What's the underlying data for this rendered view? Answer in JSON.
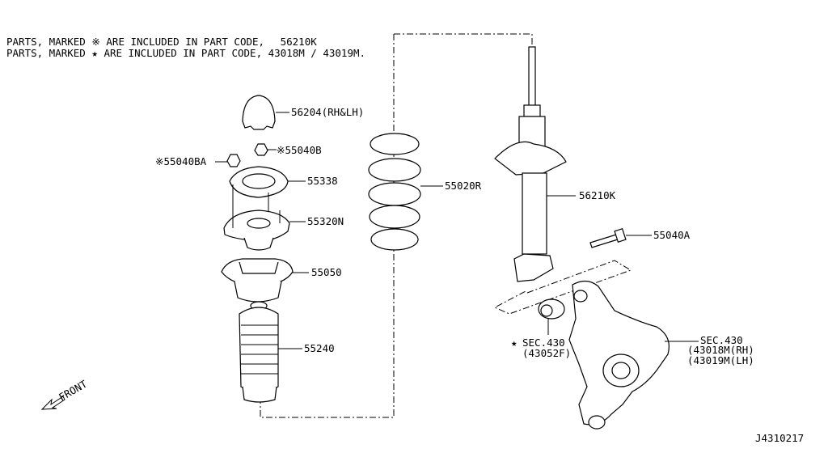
{
  "notes": {
    "line1_prefix": "PARTS, MARKED",
    "line1_mark": "※",
    "line1_suffix": "ARE INCLUDED IN PART CODE,",
    "line1_code": "56210K",
    "line2_prefix": "PARTS, MARKED",
    "line2_mark": "★",
    "line2_suffix": "ARE INCLUDED IN PART CODE, 43018M / 43019M."
  },
  "labels": {
    "p56204": "56204(RH&LH)",
    "p55040B": "※55040B",
    "p55040BA": "※55040BA",
    "p55338": "55338",
    "p55320N": "55320N",
    "p55050": "55050",
    "p55240": "55240",
    "p55020R": "55020R",
    "p56210K": "56210K",
    "p55040A": "55040A",
    "sec430_mark": "★",
    "sec430_a": "SEC.430",
    "sec430_b": "(43052F)",
    "sec430r_a": "SEC.430",
    "sec430r_b": "(43018M(RH)",
    "sec430r_c": "(43019M(LH)",
    "front": "FRONT",
    "diagram_id": "J4310217"
  }
}
